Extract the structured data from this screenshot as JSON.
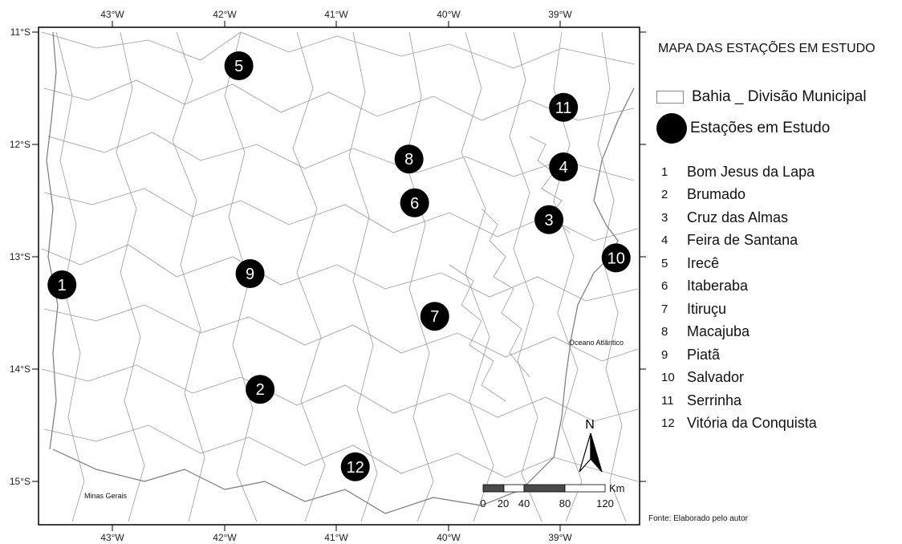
{
  "map": {
    "title": "MAPA DAS ESTAÇÕES EM ESTUDO",
    "lon_ticks": [
      "43°W",
      "42°W",
      "41°W",
      "40°W",
      "39°W"
    ],
    "lat_ticks": [
      "11°S",
      "12°S",
      "13°S",
      "14°S",
      "15°S"
    ],
    "ocean_label": "Oceano Atlântico",
    "region_label": "Minas Gerais",
    "north_label": "N",
    "scale": {
      "unit": "Km",
      "labels": [
        "0",
        "20",
        "40",
        "80",
        "120"
      ]
    },
    "source": "Fonte: Elaborado pelo autor"
  },
  "legend": {
    "municipal_label": "Bahia _ Divisão Municipal",
    "stations_label": "Estações em Estudo"
  },
  "stations": [
    {
      "number": "1",
      "name": "Bom Jesus da Lapa",
      "lon": -43.45,
      "lat": -13.25
    },
    {
      "number": "2",
      "name": "Brumado",
      "lon": -41.68,
      "lat": -14.18
    },
    {
      "number": "3",
      "name": "Cruz das Almas",
      "lon": -39.1,
      "lat": -12.67
    },
    {
      "number": "4",
      "name": "Feira de Santana",
      "lon": -38.97,
      "lat": -12.2
    },
    {
      "number": "5",
      "name": "Irecê",
      "lon": -41.87,
      "lat": -11.3
    },
    {
      "number": "6",
      "name": "Itaberaba",
      "lon": -40.3,
      "lat": -12.52
    },
    {
      "number": "7",
      "name": "Itiruçu",
      "lon": -40.12,
      "lat": -13.53
    },
    {
      "number": "8",
      "name": "Macajuba",
      "lon": -40.35,
      "lat": -12.13
    },
    {
      "number": "9",
      "name": "Piatã",
      "lon": -41.77,
      "lat": -13.15
    },
    {
      "number": "10",
      "name": "Salvador",
      "lon": -38.5,
      "lat": -13.01
    },
    {
      "number": "11",
      "name": "Serrinha",
      "lon": -38.97,
      "lat": -11.67
    },
    {
      "number": "12",
      "name": "Vitória da Conquista",
      "lon": -40.83,
      "lat": -14.87
    }
  ]
}
